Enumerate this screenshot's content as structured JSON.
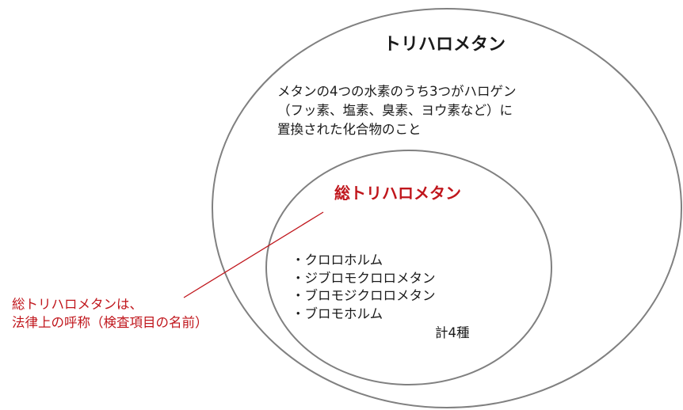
{
  "colors": {
    "circle_stroke": "#808080",
    "accent": "#c0161c",
    "text": "#1a1a1a"
  },
  "outer": {
    "title": "トリハロメタン",
    "description": [
      "メタンの4つの水素のうち3つがハロゲン",
      "（フッ素、塩素、臭素、ヨウ素など）に",
      "置換された化合物のこと"
    ]
  },
  "inner": {
    "title": "総トリハロメタン",
    "members": [
      "・クロロホルム",
      "・ジブロモクロロメタン",
      "・ブロモジクロロメタン",
      "・ブロモホルム"
    ],
    "count": "計4種"
  },
  "note": {
    "lines": [
      "総トリハロメタンは、",
      "法律上の呼称（検査項目の名前）"
    ]
  }
}
